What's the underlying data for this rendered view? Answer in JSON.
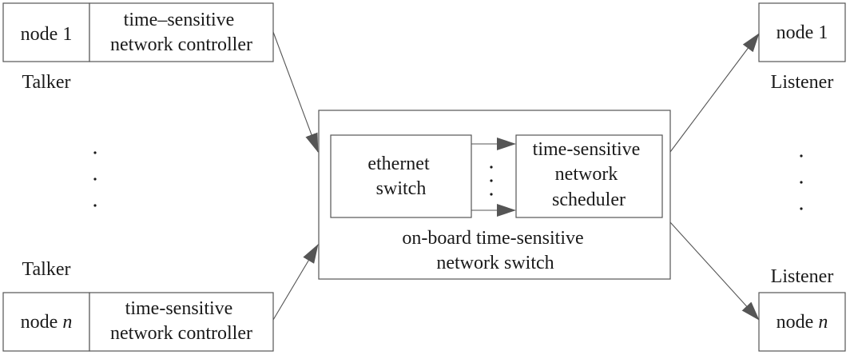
{
  "talkers": [
    {
      "node_label": "node 1",
      "node_name": "node",
      "node_index": "1",
      "controller_lines": [
        "time–sensitive",
        "network controller"
      ],
      "role": "Talker"
    },
    {
      "node_label": "node n",
      "node_name": "node",
      "node_index": "n",
      "controller_lines": [
        "time-sensitive",
        "network controller"
      ],
      "role": "Talker"
    }
  ],
  "switch": {
    "title_lines": [
      "on-board time-sensitive",
      "network switch"
    ],
    "ethernet_switch_lines": [
      "ethernet",
      "switch"
    ],
    "scheduler_lines": [
      "time-sensitive",
      "network",
      "scheduler"
    ]
  },
  "listeners": [
    {
      "node_label": "node 1",
      "node_name": "node",
      "node_index": "1",
      "role": "Listener"
    },
    {
      "node_label": "node n",
      "node_name": "node",
      "node_index": "n",
      "role": "Listener"
    }
  ],
  "colors": {
    "stroke": "#555555",
    "text": "#1a1a1a",
    "background": "#ffffff"
  }
}
